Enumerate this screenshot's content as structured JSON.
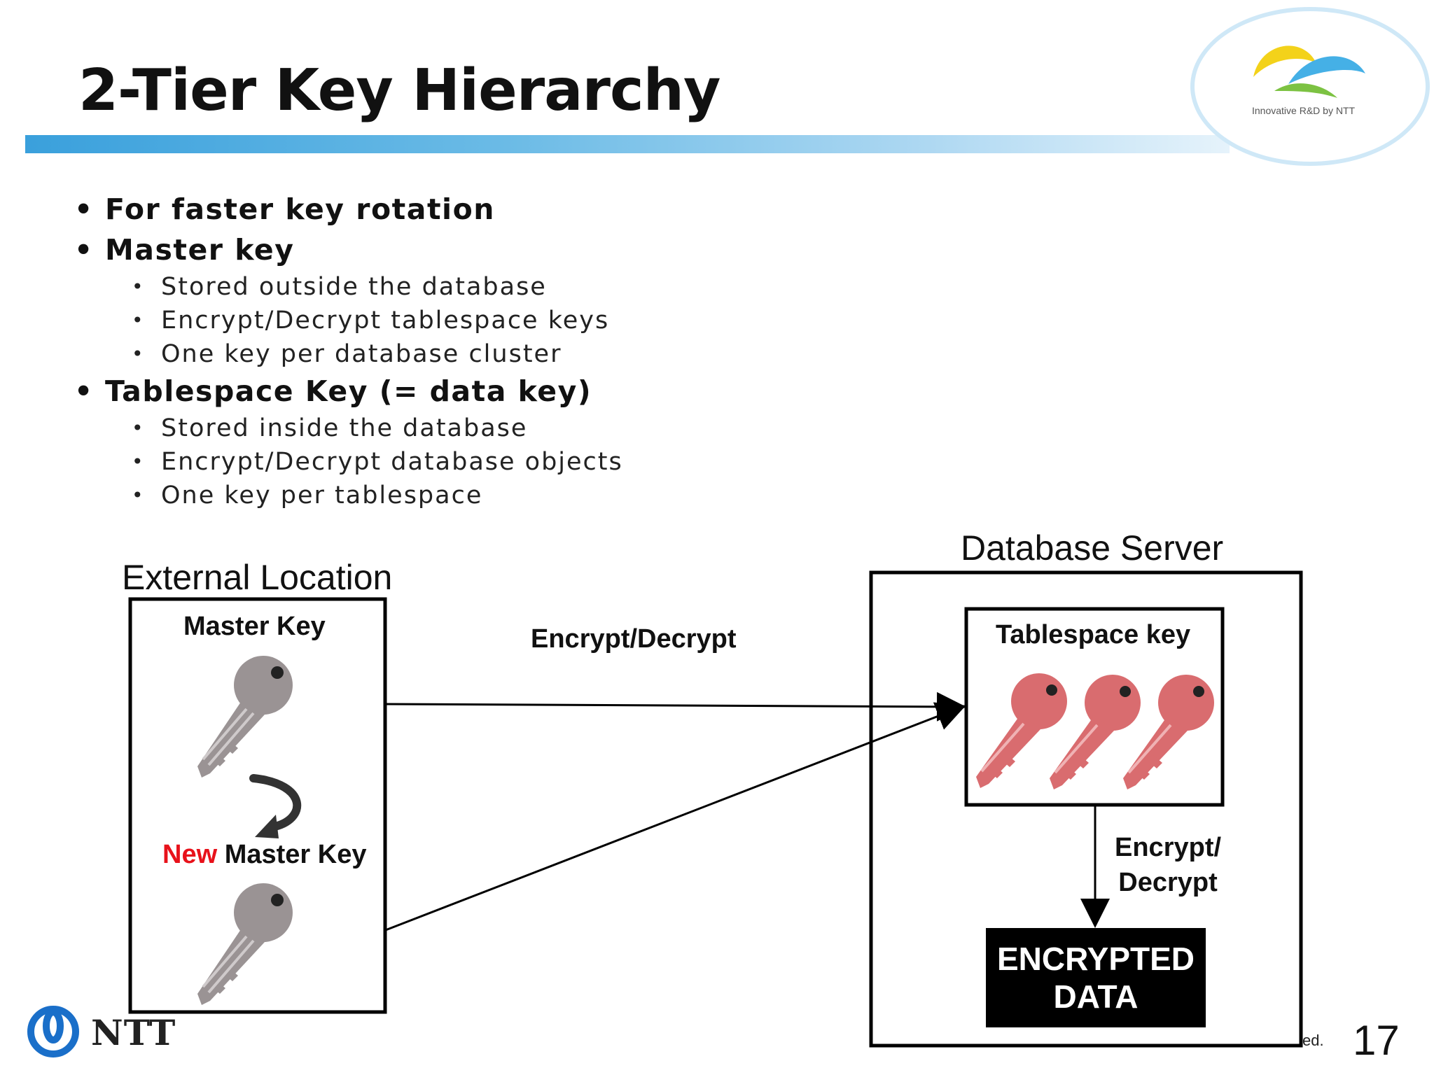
{
  "slide": {
    "title": "2-Tier Key Hierarchy",
    "logo_tagline": "Innovative R&D by NTT",
    "footer_logo": "NTT",
    "copyright_fragment": "ed.",
    "page_number": "17"
  },
  "bullets": [
    {
      "level": 1,
      "text": "For faster key rotation"
    },
    {
      "level": 1,
      "text": "Master key"
    },
    {
      "level": 2,
      "text": "Stored outside the database"
    },
    {
      "level": 2,
      "text": "Encrypt/Decrypt tablespace keys"
    },
    {
      "level": 2,
      "text": "One key per database cluster"
    },
    {
      "level": 1,
      "text": "Tablespace Key (= data key)"
    },
    {
      "level": 2,
      "text": "Stored inside the database"
    },
    {
      "level": 2,
      "text": "Encrypt/Decrypt database objects"
    },
    {
      "level": 2,
      "text": "One key per tablespace"
    }
  ],
  "diagram": {
    "external_location_label": "External Location",
    "database_server_label": "Database Server",
    "master_key_label": "Master Key",
    "new_master_key_prefix": "New",
    "new_master_key_suffix": " Master Key",
    "encrypt_decrypt_label": "Encrypt/Decrypt",
    "tablespace_key_label": "Tablespace key",
    "encrypt_decrypt_stacked": "Encrypt/\nDecrypt",
    "encrypted_data_line1": "ENCRYPTED",
    "encrypted_data_line2": "DATA"
  },
  "colors": {
    "master_key": "#9a9394",
    "tablespace_key": "#d96c6f",
    "new_highlight": "#e8121b",
    "header_bar": "#3aa0dc",
    "ntt_blue": "#1a6fc9"
  }
}
